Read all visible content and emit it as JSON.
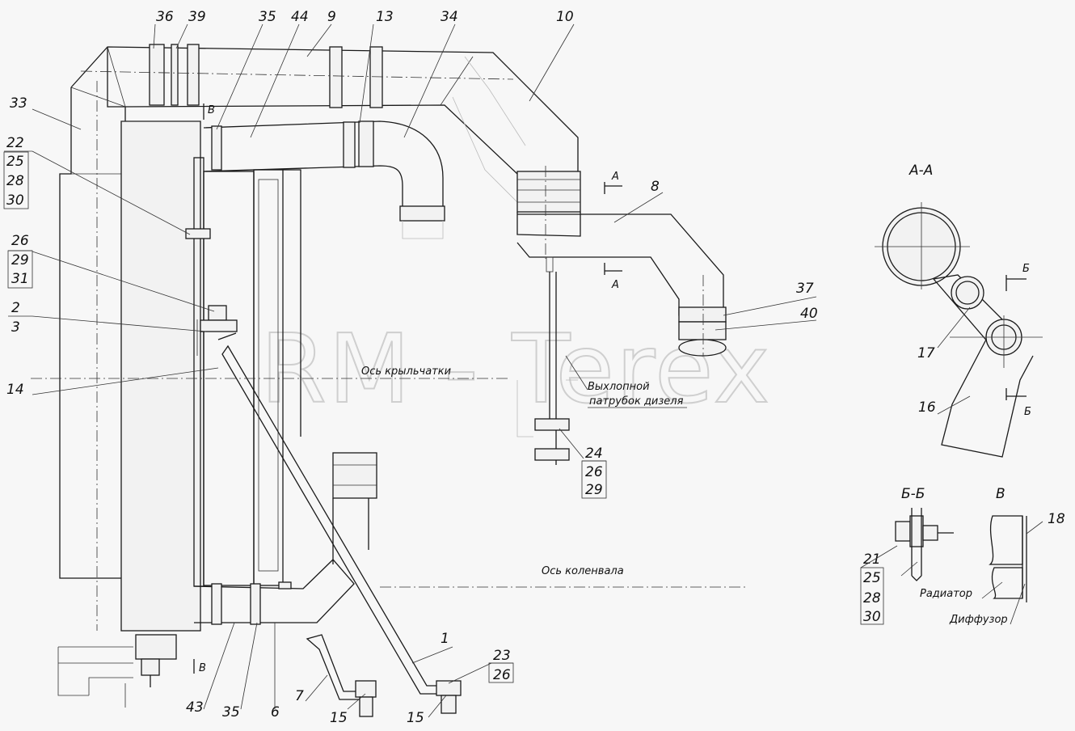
{
  "watermark": "RM - Terex",
  "sections": {
    "aa": "А-А",
    "bb": "Б-Б",
    "v": "В",
    "mark_a": "А",
    "mark_b": "Б",
    "mark_v": "В"
  },
  "notes": {
    "fan_axis": "Ось крыльчатки",
    "crank_axis": "Ось коленвала",
    "exhaust_line1": "Выхлопной",
    "exhaust_line2": "патрубок дизеля",
    "radiator": "Радиатор",
    "diffuser": "Диффузор"
  },
  "callouts": {
    "c36": "36",
    "c39": "39",
    "c35": "35",
    "c44": "44",
    "c9": "9",
    "c13": "13",
    "c34": "34",
    "c10": "10",
    "c33": "33",
    "c8": "8",
    "c37": "37",
    "c40": "40",
    "c2": "2",
    "c3": "3",
    "c14": "14",
    "c1": "1",
    "c7": "7",
    "c43": "43",
    "c35b": "35",
    "c6": "6",
    "c15a": "15",
    "c15b": "15",
    "c17": "17",
    "c16": "16",
    "c18": "18"
  },
  "stacks": {
    "s22": [
      "22",
      "25",
      "28",
      "30"
    ],
    "s26": [
      "26",
      "29",
      "31"
    ],
    "s24": [
      "24",
      "26",
      "29"
    ],
    "s23": [
      "23",
      "26"
    ],
    "s21": [
      "21",
      "25",
      "28",
      "30"
    ]
  }
}
